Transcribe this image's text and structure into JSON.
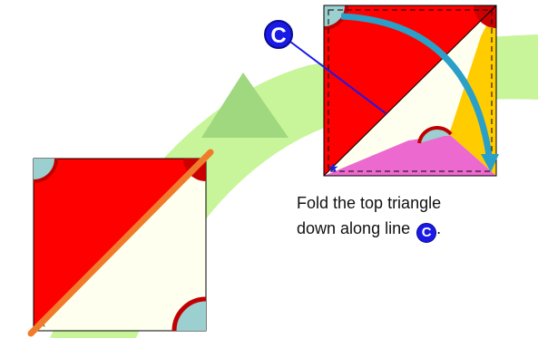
{
  "instruction": {
    "line1": "Fold the top triangle",
    "line2": "down along line",
    "line2_end": ".",
    "fold_line_label": "C"
  },
  "colors": {
    "red": "#ff0000",
    "cream": "#fffff0",
    "teal_corner": "#9ccfcf",
    "dark_red_arc": "#c00000",
    "green_band": "#c8f59a",
    "green_triangle": "#9fd87e",
    "orange_line": "#f07c2a",
    "blue_arrow": "#2a9fc8",
    "pink": "#ec6ad0",
    "yellow": "#ffcc00",
    "label_blue": "#1a1ae6"
  },
  "icons": [
    "star-marker-icon",
    "curved-arrow-icon",
    "label-c-icon"
  ]
}
